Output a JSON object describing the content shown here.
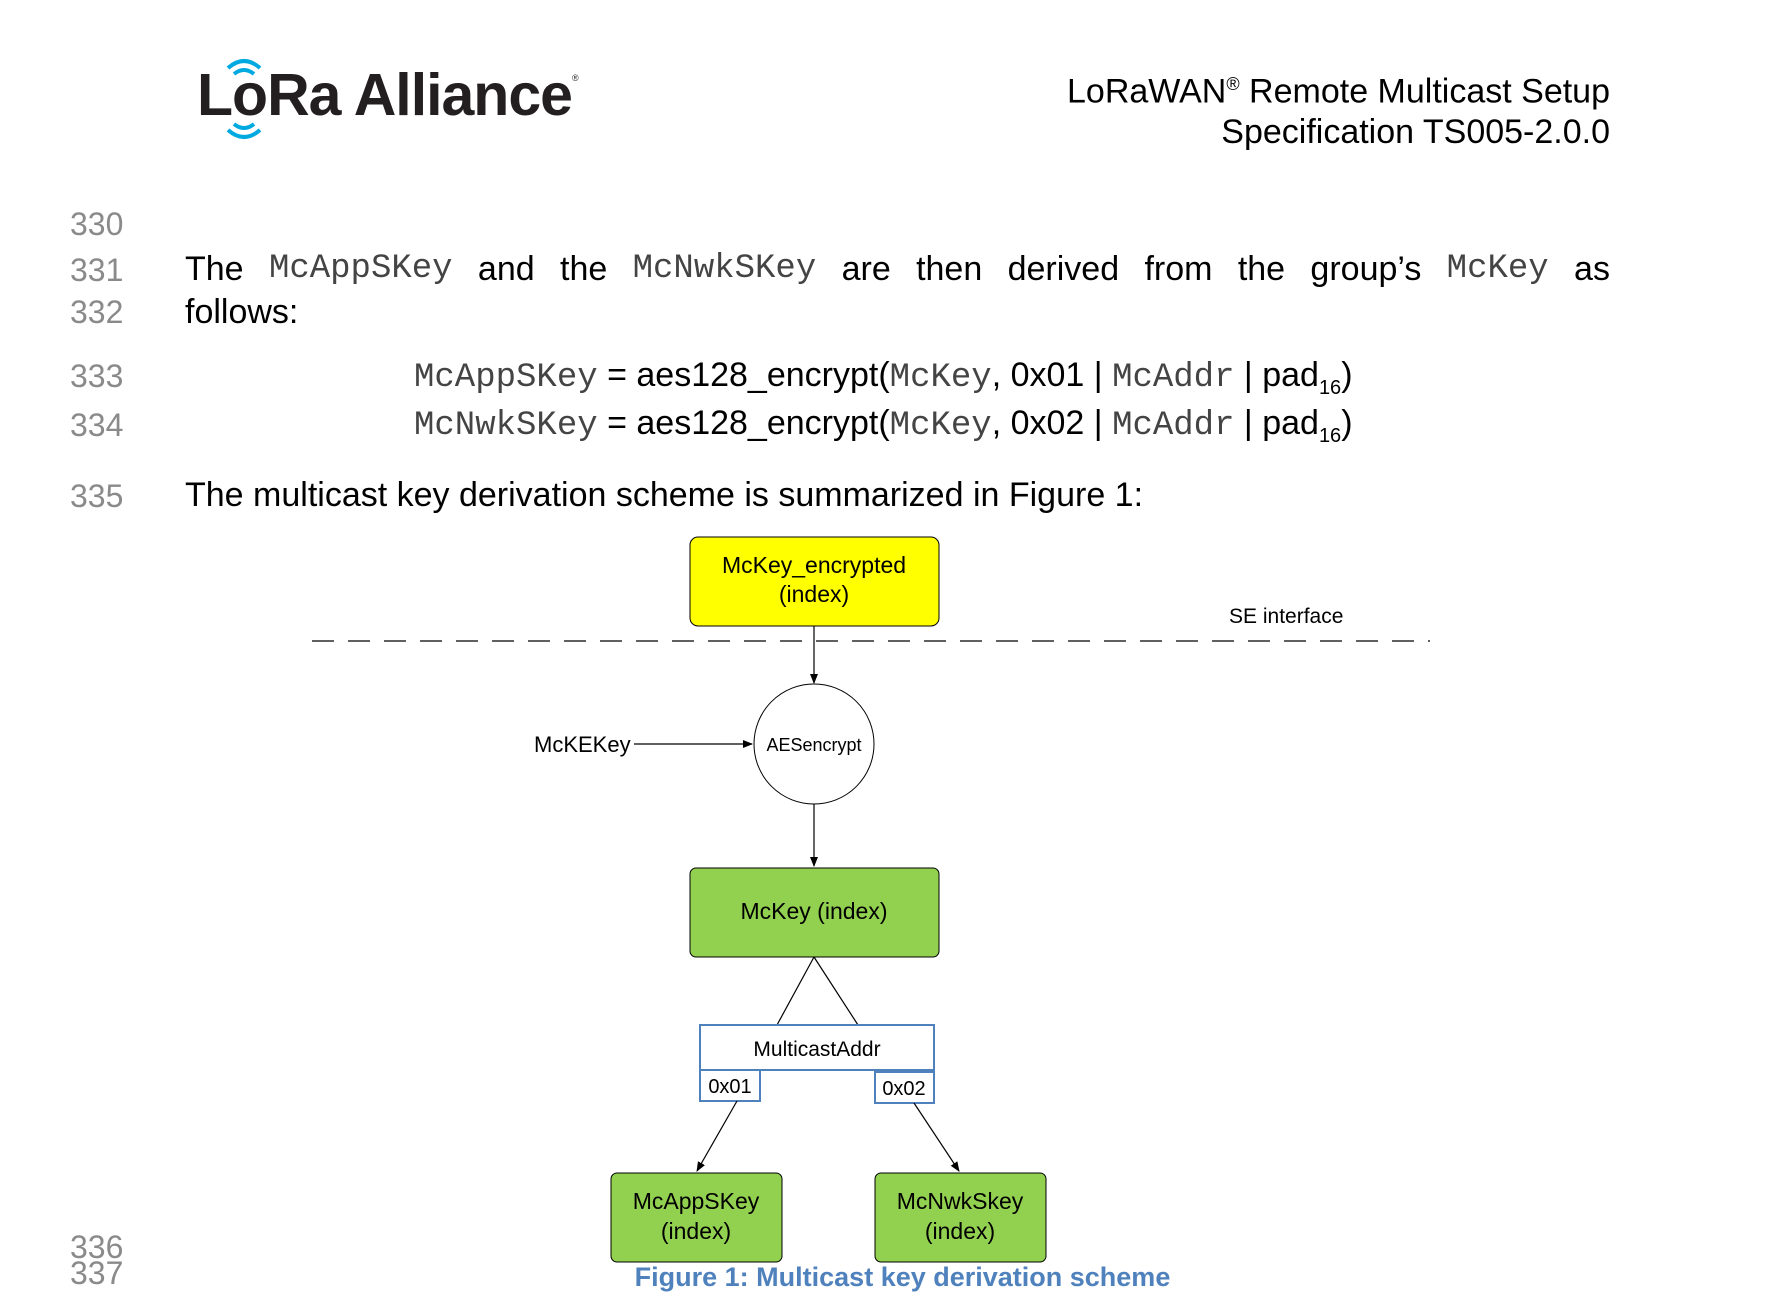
{
  "header": {
    "logo_text": "LoRa Alliance",
    "logo_registered": "®",
    "title_prefix": "LoRaWAN",
    "title_registered": "®",
    "title_suffix": " Remote Multicast Setup",
    "subtitle": "Specification TS005-2.0.0"
  },
  "line_numbers": [
    "330",
    "331",
    "332",
    "333",
    "334",
    "335",
    "336",
    "337"
  ],
  "paragraph1": {
    "words": [
      "The",
      "McAppSKey",
      "and",
      "the",
      "McNwkSKey",
      "are",
      "then",
      "derived",
      "from",
      "the",
      "group’s",
      "McKey",
      "as"
    ],
    "line2": "follows:"
  },
  "formulas": [
    {
      "lhs": "McAppSKey",
      "eq": " = aes128_encrypt(",
      "key": "McKey",
      "const": ", 0x01 | ",
      "addr": "McAddr",
      "pipe": " | pad",
      "sub": "16",
      "close": ")"
    },
    {
      "lhs": "McNwkSKey",
      "eq": " = aes128_encrypt(",
      "key": "McKey",
      "const": ", 0x02 | ",
      "addr": "McAddr",
      "pipe": " | pad",
      "sub": "16",
      "close": ")"
    }
  ],
  "paragraph2": "The multicast key derivation scheme is summarized in Figure 1:",
  "diagram": {
    "top_box": {
      "line1": "McKey_encrypted",
      "line2": "(index)",
      "color": "#ffff00"
    },
    "se_label": "SE interface",
    "kek_label": "McKEKey",
    "aes_label": "AESencrypt",
    "mckey_box": {
      "label": "McKey (index)",
      "color": "#92d050"
    },
    "addr_box": "MulticastAddr",
    "const_left": "0x01",
    "const_right": "0x02",
    "app_box": {
      "line1": "McAppSKey",
      "line2": "(index)",
      "color": "#92d050"
    },
    "nwk_box": {
      "line1": "McNwkSkey",
      "line2": "(index)",
      "color": "#92d050"
    }
  },
  "caption": "Figure 1: Multicast key derivation scheme",
  "colors": {
    "caption": "#4f81bd",
    "logo_waves": "#00a9e0",
    "box_border": "#4f81bd"
  }
}
